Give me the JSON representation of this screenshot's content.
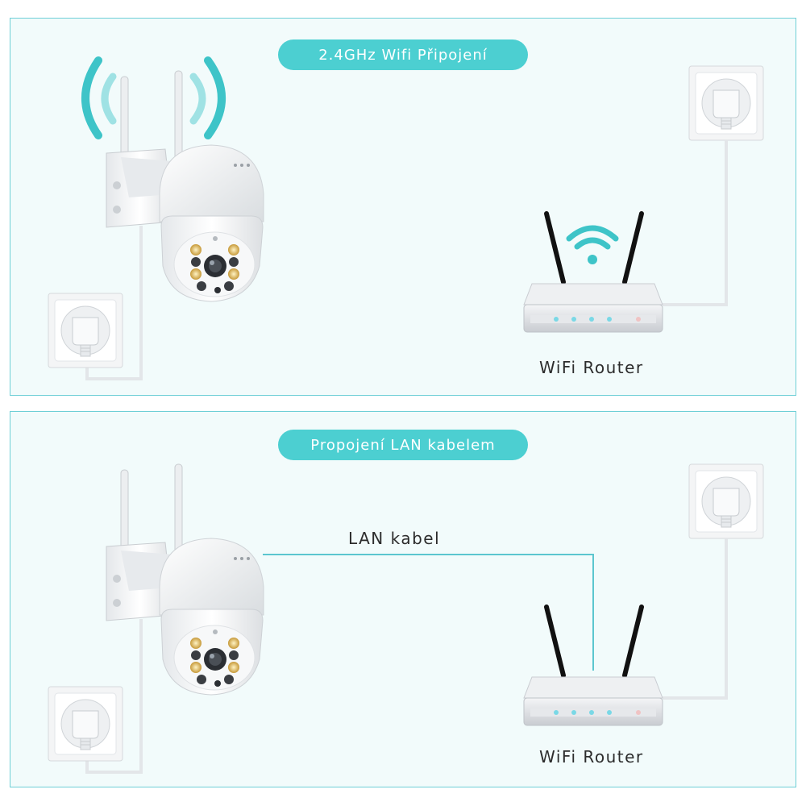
{
  "panels": [
    {
      "title": "2.4GHz Wifi Připojení",
      "router_label": "WiFi Router",
      "connection": "wifi"
    },
    {
      "title": "Propojení LAN kabelem",
      "router_label": "WiFi Router",
      "cable_label": "LAN kabel",
      "connection": "lan"
    }
  ],
  "colors": {
    "accent": "#4ccfd1",
    "panel_border": "#6ecfd6",
    "panel_bg": "#f2fbfb",
    "cable": "#5cc6cf",
    "router_light": "#7ad8e6",
    "antenna": "#111111"
  },
  "icons": [
    "camera-icon",
    "wifi-waves-icon",
    "wall-socket-icon",
    "router-icon",
    "wifi-signal-icon"
  ]
}
